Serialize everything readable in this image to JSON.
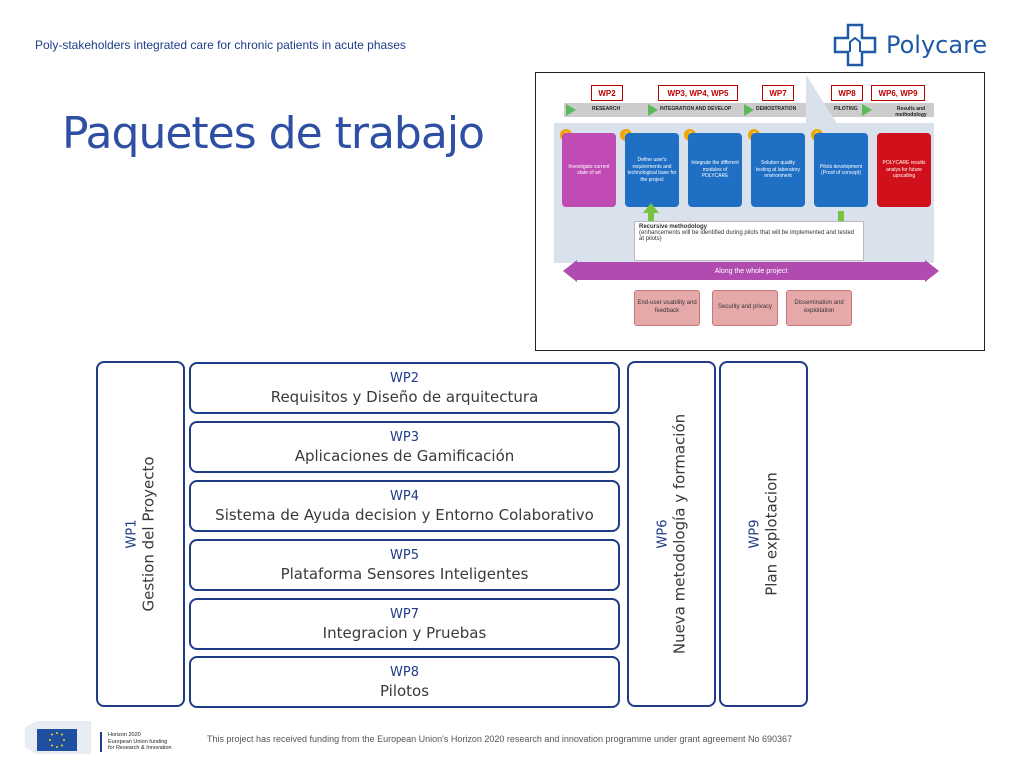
{
  "header": {
    "subtitle": "Poly-stakeholders integrated care for chronic patients in acute phases",
    "title": "Paquetes de trabajo",
    "logo_text": "Polycare"
  },
  "figure": {
    "tags": [
      "WP2",
      "WP3, WP4, WP5",
      "WP7",
      "WP8",
      "WP6, WP9"
    ],
    "phases": [
      "RESEARCH",
      "INTEGRATION AND DEVELOP",
      "DEMOSTRATION",
      "PILOTING",
      "Results and methodology"
    ],
    "steps": [
      {
        "num": "1",
        "text": "Investigate current state of art",
        "color": "#c04bb5"
      },
      {
        "num": "2",
        "text": "Define user's requirements and technological base for the project",
        "color": "#1f6fc4"
      },
      {
        "num": "3",
        "text": "Integrate the different modules of POLYCARE",
        "color": "#1f6fc4"
      },
      {
        "num": "4",
        "text": "Solution quality testing at laboratory environment",
        "color": "#1f6fc4"
      },
      {
        "num": "5",
        "text": "Pilots development (Proof of concept)",
        "color": "#1f6fc4"
      },
      {
        "num": "",
        "text": "POLYCARE results analys for future upscalling",
        "color": "#d0101a"
      }
    ],
    "recursive_title": "Recursive methodology",
    "recursive_note": "(enhancements will be identified during pilots that will be implemented and tested at pilots)",
    "along": "Along the whole project",
    "bottom": [
      "End-user usability and feedback",
      "Security and privacy",
      "Dissemination and exploitation"
    ]
  },
  "wp": {
    "wp1": {
      "code": "WP1",
      "name": "Gestion del Proyecto"
    },
    "rows": [
      {
        "code": "WP2",
        "name": "Requisitos y Diseño de arquitectura"
      },
      {
        "code": "WP3",
        "name": "Aplicaciones de Gamificación"
      },
      {
        "code": "WP4",
        "name": "Sistema de Ayuda decision y Entorno Colaborativo"
      },
      {
        "code": "WP5",
        "name": "Plataforma Sensores Inteligentes"
      },
      {
        "code": "WP7",
        "name": "Integracion y Pruebas"
      },
      {
        "code": "WP8",
        "name": "Pilotos"
      }
    ],
    "wp6": {
      "code": "WP6",
      "name": "Nueva metodología y formación"
    },
    "wp9": {
      "code": "WP9",
      "name": "Plan explotacion"
    }
  },
  "footer": {
    "h2020": [
      "Horizon 2020",
      "European Union funding",
      "for Research & Innovation"
    ],
    "note": "This project has received funding from the European Union's Horizon 2020 research and innovation programme under grant agreement No 690367"
  },
  "colors": {
    "brand": "#1f3c88",
    "title": "#2e4fa3"
  }
}
